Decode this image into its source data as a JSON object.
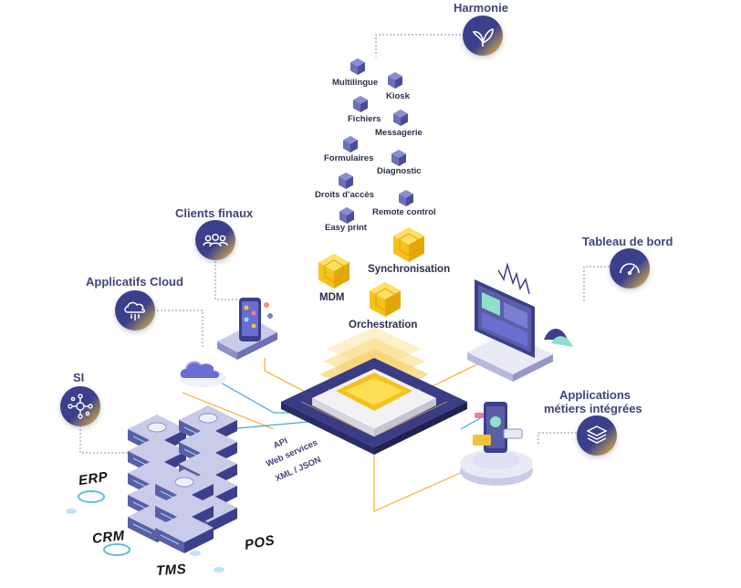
{
  "hub": {
    "harmonie": "Harmonie",
    "clients_finaux": "Clients finaux",
    "applicatifs_cloud": "Applicatifs Cloud",
    "si": "SI",
    "tableau_de_bord": "Tableau de bord",
    "applications_metiers_line1": "Applications",
    "applications_metiers_line2": "métiers intégrées"
  },
  "features": {
    "multilingue": "Multilingue",
    "kiosk": "Kiosk",
    "fichiers": "Fichiers",
    "messagerie": "Messagerie",
    "formulaires": "Formulaires",
    "diagnostic": "Diagnostic",
    "droits_acces": "Droits d’accès",
    "remote_control": "Remote control",
    "easy_print": "Easy print"
  },
  "core": {
    "mdm": "MDM",
    "synchronisation": "Synchronisation",
    "orchestration": "Orchestration"
  },
  "protocols": {
    "api": "API",
    "web_services": "Web services",
    "xml_json": "XML / JSON"
  },
  "systems": {
    "erp": "ERP",
    "crm": "CRM",
    "tms": "TMS",
    "pos": "POS"
  },
  "colors": {
    "brand": "#3b3f8c",
    "accent": "#f0c23a",
    "cube": "#5b5fa8"
  },
  "icons": [
    "leaf-icon",
    "users-icon",
    "cloud-icon",
    "network-icon",
    "gauge-icon",
    "layers-icon"
  ]
}
